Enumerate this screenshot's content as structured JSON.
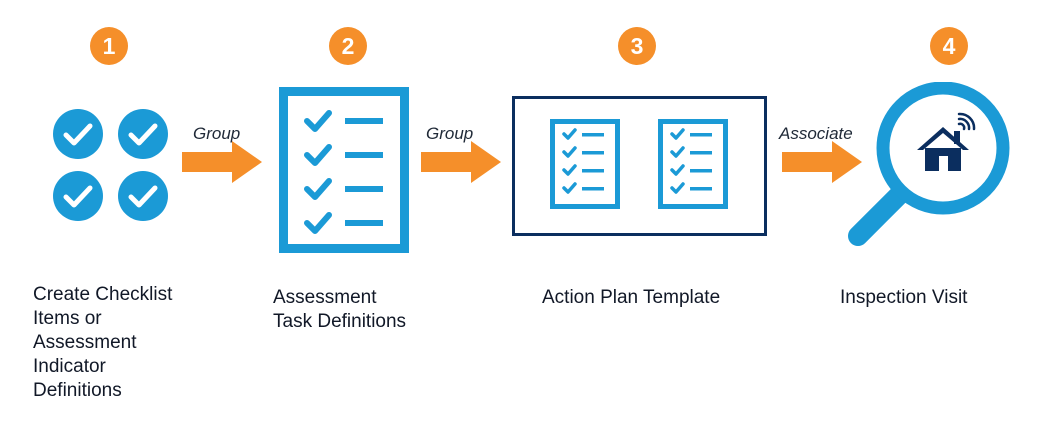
{
  "colors": {
    "accent_orange": "#f58f2a",
    "icon_blue": "#1b9ad6",
    "frame_navy": "#0b2e5f"
  },
  "steps": [
    {
      "number": "1",
      "icon": "checkmarks-icon",
      "label_lines": [
        "Create Checklist",
        "Items or",
        "Assessment",
        "Indicator",
        "Definitions"
      ]
    },
    {
      "number": "2",
      "icon": "checklist-icon",
      "label_lines": [
        "Assessment",
        "Task Definitions"
      ]
    },
    {
      "number": "3",
      "icon": "template-icon",
      "label_lines": [
        "Action Plan Template"
      ]
    },
    {
      "number": "4",
      "icon": "magnifier-home-icon",
      "label_lines": [
        "Inspection Visit"
      ]
    }
  ],
  "connectors": [
    {
      "label": "Group"
    },
    {
      "label": "Group"
    },
    {
      "label": "Associate"
    }
  ]
}
